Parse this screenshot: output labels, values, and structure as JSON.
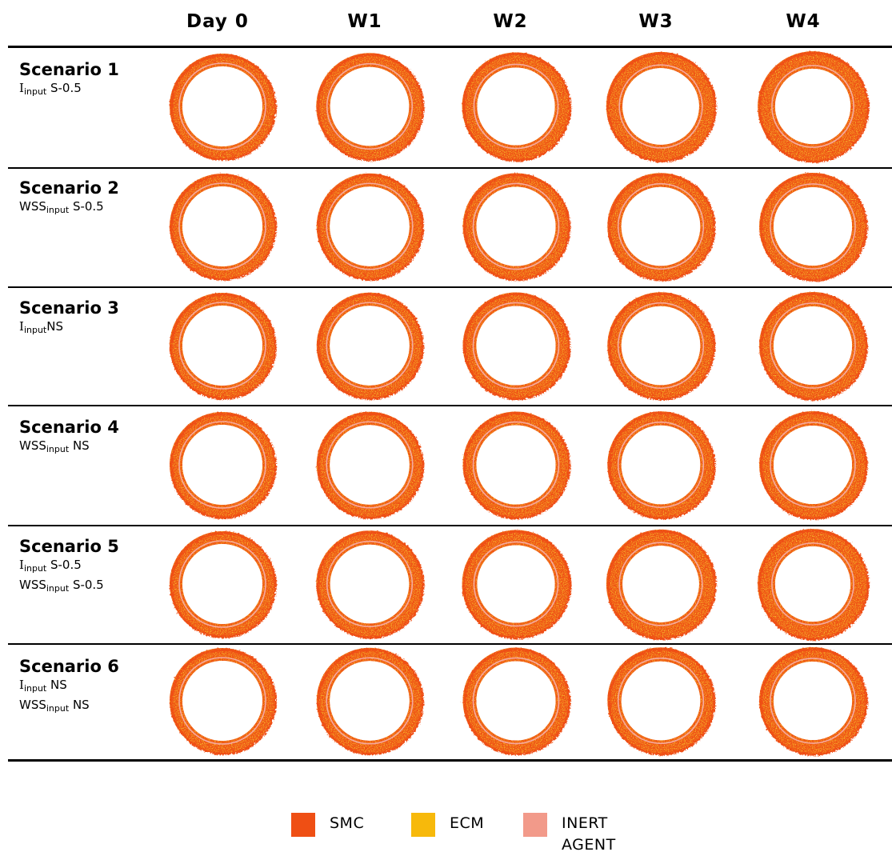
{
  "columns": [
    "Day 0",
    "W1",
    "W2",
    "W3",
    "W4"
  ],
  "rows": [
    {
      "title": "Scenario 1",
      "lines": [
        {
          "sym": "I",
          "sub": "input",
          "rest": " S-0.5"
        }
      ]
    },
    {
      "title": "Scenario 2",
      "lines": [
        {
          "sym": "WSS",
          "sub": "input",
          "rest": " S-0.5"
        }
      ]
    },
    {
      "title": "Scenario 3",
      "lines": [
        {
          "sym": "I",
          "sub": "input",
          "rest": "NS"
        }
      ]
    },
    {
      "title": "Scenario 4",
      "lines": [
        {
          "sym": "WSS",
          "sub": "input",
          "rest": " NS"
        }
      ]
    },
    {
      "title": "Scenario 5",
      "lines": [
        {
          "sym": "I",
          "sub": "input",
          "rest": " S-0.5"
        },
        {
          "sym": "WSS",
          "sub": "input",
          "rest": " S-0.5"
        }
      ]
    },
    {
      "title": "Scenario 6",
      "lines": [
        {
          "sym": "I",
          "sub": "input",
          "rest": " NS"
        },
        {
          "sym": "WSS",
          "sub": "input",
          "rest": " NS"
        }
      ]
    }
  ],
  "legend": [
    {
      "label": "SMC",
      "color": "#ef4f14"
    },
    {
      "label": "ECM",
      "color": "#f7b90b"
    },
    {
      "label": "INERT AGENT",
      "color": "#f29a8a"
    }
  ],
  "colors": {
    "smc": "#ef4f14",
    "ecm": "#f7b90b",
    "inert": "#f5aaa0",
    "rule": "#000000"
  }
}
